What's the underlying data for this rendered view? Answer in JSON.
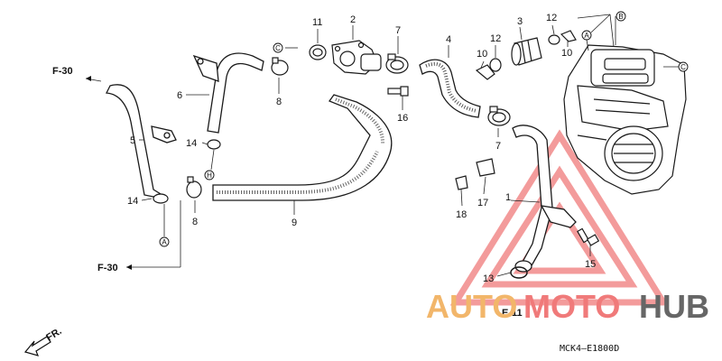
{
  "diagram": {
    "part_callouts": [
      {
        "id": "p1",
        "label": "1"
      },
      {
        "id": "p2",
        "label": "2"
      },
      {
        "id": "p3",
        "label": "3"
      },
      {
        "id": "p4",
        "label": "4"
      },
      {
        "id": "p5",
        "label": "5"
      },
      {
        "id": "p6",
        "label": "6"
      },
      {
        "id": "p7a",
        "label": "7"
      },
      {
        "id": "p7b",
        "label": "7"
      },
      {
        "id": "p8a",
        "label": "8"
      },
      {
        "id": "p8b",
        "label": "8"
      },
      {
        "id": "p9",
        "label": "9"
      },
      {
        "id": "p10a",
        "label": "10"
      },
      {
        "id": "p10b",
        "label": "10"
      },
      {
        "id": "p11",
        "label": "11"
      },
      {
        "id": "p12a",
        "label": "12"
      },
      {
        "id": "p12b",
        "label": "12"
      },
      {
        "id": "p13",
        "label": "13"
      },
      {
        "id": "p14a",
        "label": "14"
      },
      {
        "id": "p14b",
        "label": "14"
      },
      {
        "id": "p15",
        "label": "15"
      },
      {
        "id": "p16",
        "label": "16"
      },
      {
        "id": "p17",
        "label": "17"
      },
      {
        "id": "p18",
        "label": "18"
      }
    ],
    "circled_refs": [
      {
        "id": "cA1",
        "label": "A"
      },
      {
        "id": "cA2",
        "label": "A"
      },
      {
        "id": "cB1",
        "label": "B"
      },
      {
        "id": "cC1",
        "label": "C"
      },
      {
        "id": "cC2",
        "label": "C"
      },
      {
        "id": "cH1",
        "label": "H"
      }
    ],
    "references": {
      "f30_top": "F-30",
      "f30_bottom": "F-30",
      "e11": "E-11",
      "front": "FR."
    },
    "drawing_code": "MCK4—E1800D",
    "watermark": {
      "auto": "AUTO",
      "moto": "MOTO",
      "hub": "HUB",
      "color_auto": "#f2b66a",
      "color_moto": "#f07a7a",
      "color_hub": "#666666",
      "triangle_color": "#f07a7a"
    }
  }
}
